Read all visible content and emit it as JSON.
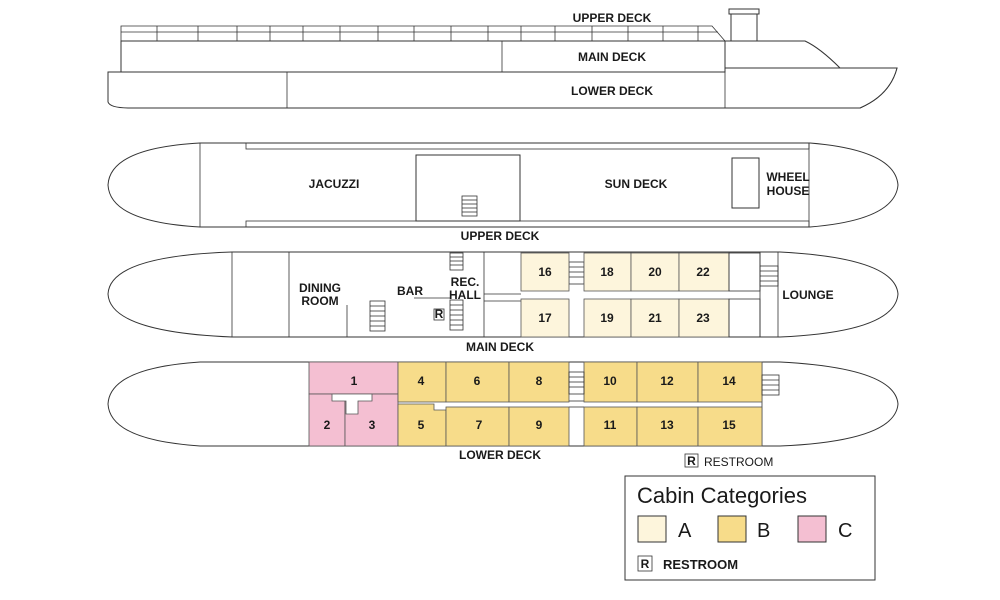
{
  "profile": {
    "upper_deck": "UPPER DECK",
    "main_deck": "MAIN DECK",
    "lower_deck": "LOWER DECK"
  },
  "upper_deck_plan": {
    "name": "UPPER DECK",
    "jacuzzi": "JACUZZI",
    "sun_deck": "SUN DECK",
    "wheel": "WHEEL",
    "house": "HOUSE"
  },
  "main_deck_plan": {
    "name": "MAIN DECK",
    "dining1": "DINING",
    "dining2": "ROOM",
    "bar": "BAR",
    "rec1": "REC.",
    "rec2": "HALL",
    "lounge": "LOUNGE",
    "restroom_symbol": "R",
    "cabins": [
      "16",
      "17",
      "18",
      "19",
      "20",
      "21",
      "22",
      "23"
    ]
  },
  "lower_deck_plan": {
    "name": "LOWER DECK",
    "cabins": [
      "1",
      "2",
      "3",
      "4",
      "5",
      "6",
      "7",
      "8",
      "9",
      "10",
      "11",
      "12",
      "13",
      "14",
      "15"
    ]
  },
  "restroom_note": {
    "symbol": "R",
    "label": "RESTROOM"
  },
  "legend": {
    "title": "Cabin Categories",
    "categories": [
      {
        "label": "A",
        "color": "#fdf5dc"
      },
      {
        "label": "B",
        "color": "#f7dc8a"
      },
      {
        "label": "C",
        "color": "#f4bfd2"
      }
    ],
    "restroom_symbol": "R",
    "restroom_label": "RESTROOM"
  }
}
